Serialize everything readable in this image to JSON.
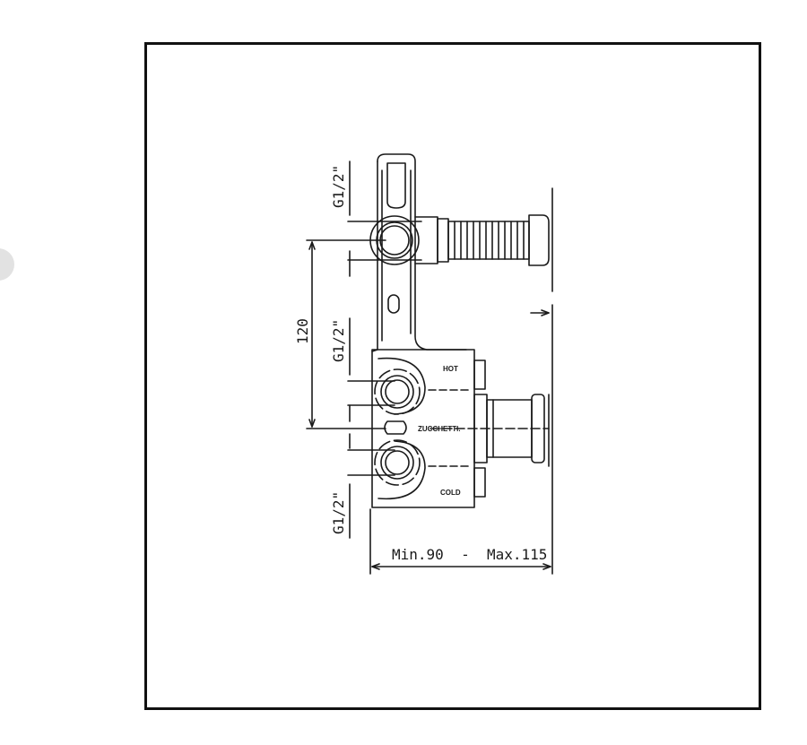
{
  "drawing": {
    "labels": {
      "thread_top": "G1/2\"",
      "thread_mid": "G1/2\"",
      "thread_bottom": "G1/2\"",
      "center_distance": "120",
      "hot": "HOT",
      "cold": "COLD",
      "brand": "ZUCCHETTI.",
      "depth_range": "Min.90  -  Max.115"
    },
    "colors": {
      "line": "#1a1a1a",
      "frame": "#111111",
      "gallery_dot": "#e2e2e2"
    }
  }
}
